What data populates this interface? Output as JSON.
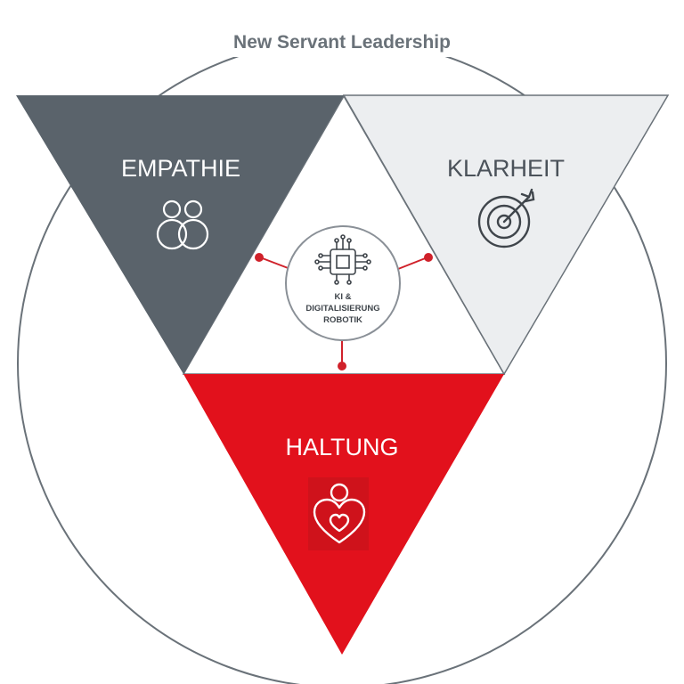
{
  "title": "New Servant Leadership",
  "segments": {
    "empathie": {
      "label": "EMPATHIE",
      "icon": "two-people-icon",
      "fill": "#5a636b",
      "text_color": "#ffffff"
    },
    "klarheit": {
      "label": "KLARHEIT",
      "icon": "target-arrow-icon",
      "fill": "#eceef0",
      "text_color": "#4b525a"
    },
    "haltung": {
      "label": "HALTUNG",
      "icon": "person-heart-icon",
      "fill": "#e2111c",
      "text_color": "#ffffff"
    }
  },
  "center": {
    "icon": "ai-chip-icon",
    "line1": "KI &",
    "line2": "DIGITALISIERUNG",
    "line3": "ROBOTIK"
  },
  "colors": {
    "title": "#6a7279",
    "outline": "#6a7279",
    "connector": "#d0212a"
  }
}
